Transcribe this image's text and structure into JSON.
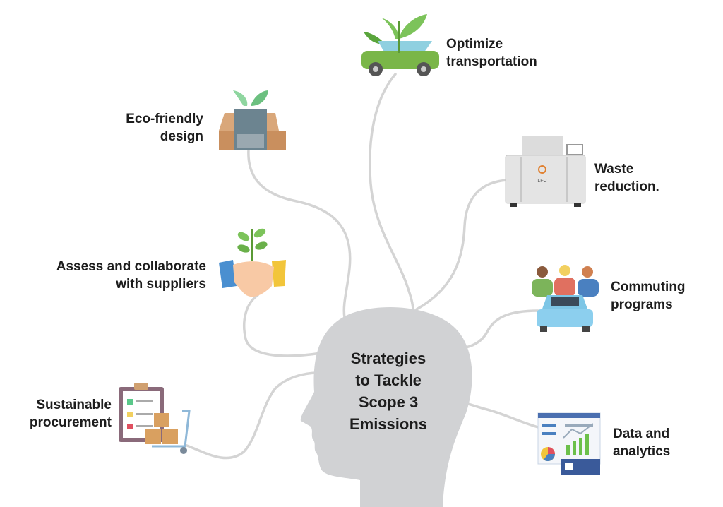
{
  "center": {
    "title": "Strategies\nto Tackle\nScope 3\nEmissions"
  },
  "strategies": [
    {
      "label": "Optimize\ntransportation",
      "icon": "car-with-plant-icon"
    },
    {
      "label": "Eco-friendly\ndesign",
      "icon": "eco-box-icon"
    },
    {
      "label": "Waste\nreduction.",
      "icon": "food-waste-machine-icon"
    },
    {
      "label": "Assess and collaborate\nwith suppliers",
      "icon": "handshake-plant-icon"
    },
    {
      "label": "Commuting\nprograms",
      "icon": "carpool-icon"
    },
    {
      "label": "Sustainable\nprocurement",
      "icon": "clipboard-boxes-icon"
    },
    {
      "label": "Data and\nanalytics",
      "icon": "analytics-dashboard-icon"
    }
  ],
  "logo_text": "LFC",
  "colors": {
    "head": "#d1d2d4",
    "connector": "#d4d4d4",
    "text": "#1d1d1d",
    "leaf": "#6cc04a"
  }
}
